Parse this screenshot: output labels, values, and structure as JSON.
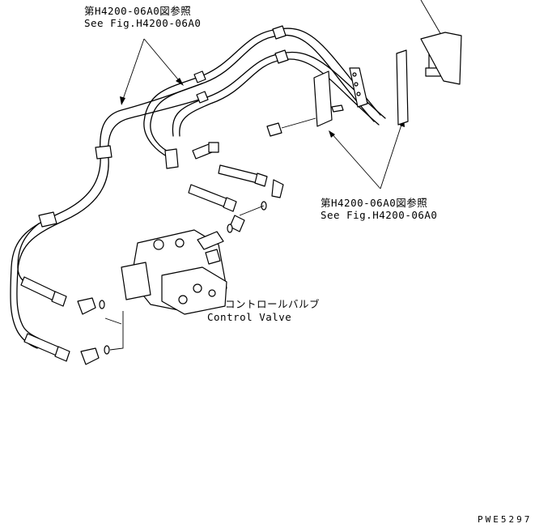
{
  "callout_top": {
    "line1": "第H4200-06A0図参照",
    "line2": "See Fig.H4200-06A0"
  },
  "callout_right": {
    "line1": "第H4200-06A0図参照",
    "line2": "See Fig.H4200-06A0"
  },
  "control_valve": {
    "jp": "コントロールバルブ",
    "en": "Control Valve"
  },
  "drawing_code": "PWE5297"
}
